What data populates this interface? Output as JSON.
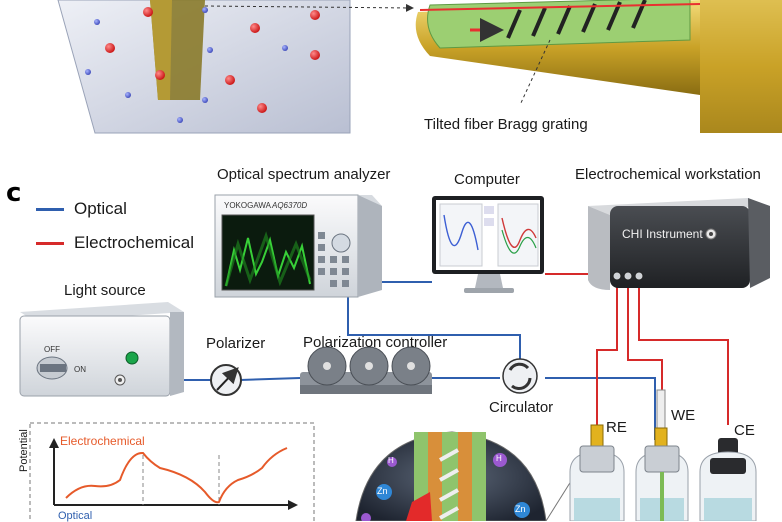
{
  "colors": {
    "optical": "#2f5fae",
    "electrochemical": "#d62a2a",
    "gold": "#c9a227",
    "fiber_green": "#8dc86a",
    "device_gray": "#e9ecef"
  },
  "panel_label": "c",
  "legend": {
    "optical": "Optical",
    "electrochemical": "Electrochemical"
  },
  "labels": {
    "tfbg": "Tilted fiber Bragg grating",
    "osa": "Optical spectrum analyzer",
    "computer": "Computer",
    "workstation": "Electrochemical workstation",
    "light_source": "Light source",
    "polarizer": "Polarizer",
    "pol_controller": "Polarization controller",
    "circulator": "Circulator",
    "re": "RE",
    "we": "WE",
    "ce": "CE"
  },
  "devices": {
    "osa_brand": "YOKOGAWA",
    "osa_model": "AQ6370D",
    "workstation_name": "CHI Instrument",
    "switch_off": "OFF",
    "switch_on": "ON"
  },
  "inset": {
    "curve_label": "Electrochemical",
    "y_axis": "Potential",
    "bottom_label": "Optical"
  },
  "ions": {
    "zn": "Zn",
    "h": "H"
  }
}
